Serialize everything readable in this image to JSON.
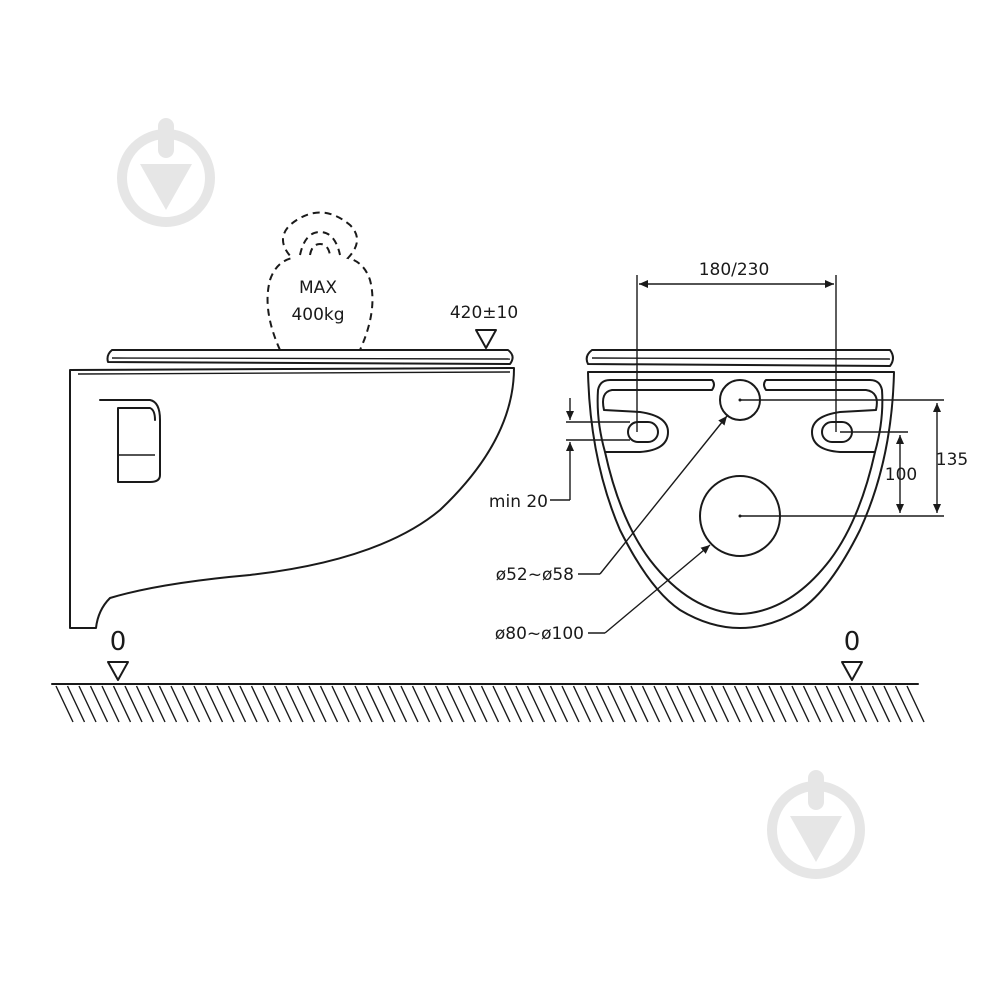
{
  "load": {
    "line1": "MAX",
    "line2": "400kg"
  },
  "seat_height": "420±10",
  "hole_spacing": "180/230",
  "min_gap": "min 20",
  "dim_outer": "135",
  "dim_inner": "100",
  "outlet_small": "ø52~ø58",
  "outlet_large": "ø80~ø100",
  "floor_left": "0",
  "floor_right": "0",
  "watermark_icon": "shield-drop-icon"
}
